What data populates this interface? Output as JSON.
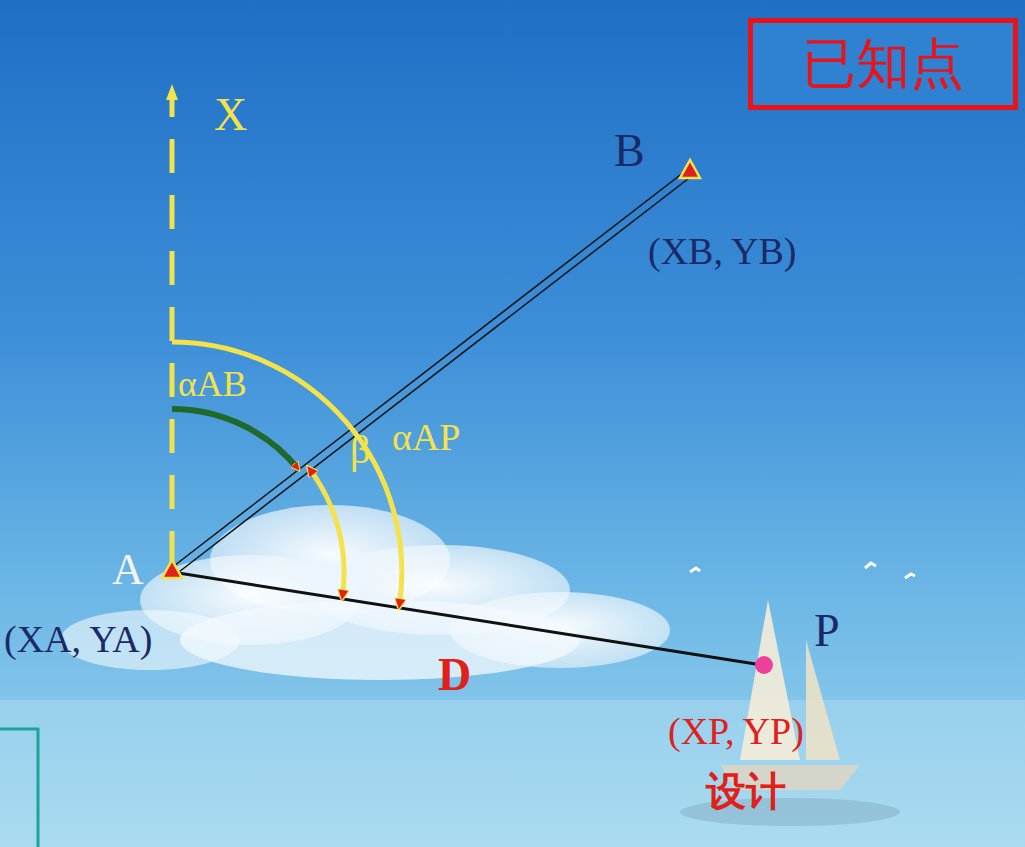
{
  "diagram": {
    "nodes": [
      {
        "text": [
          "已知点"
        ]
      }
    ],
    "labels": [
      "X",
      "B",
      "(XB, YB)",
      "αAB",
      "αAP",
      "β",
      "A",
      "(XA, YA)",
      "D",
      "P",
      "(XP, YP)",
      "设计"
    ]
  }
}
